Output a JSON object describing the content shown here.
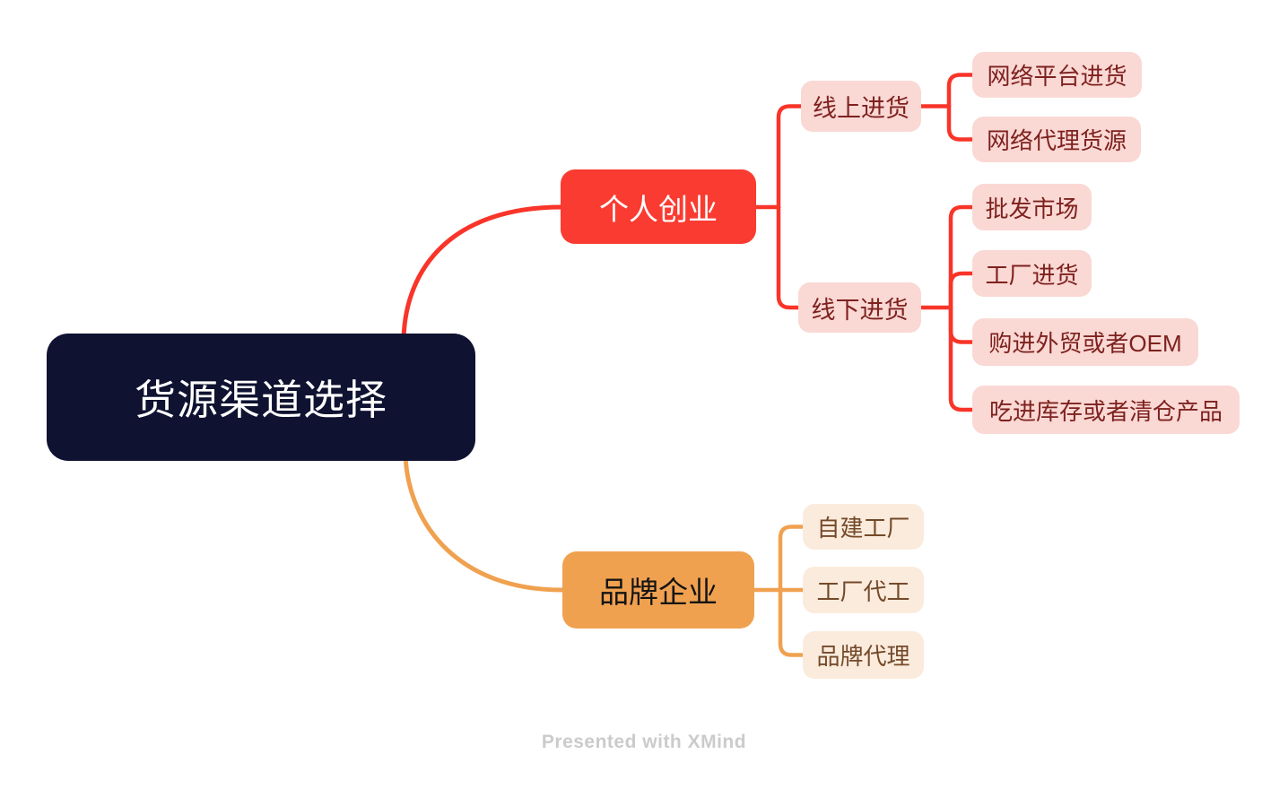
{
  "root": {
    "label": "货源渠道选择"
  },
  "branches": [
    {
      "label": "个人创业",
      "children": [
        {
          "label": "线上进货",
          "children": [
            "网络平台进货",
            "网络代理货源"
          ]
        },
        {
          "label": "线下进货",
          "children": [
            "批发市场",
            "工厂进货",
            "购进外贸或者OEM",
            "吃进库存或者清仓产品"
          ]
        }
      ]
    },
    {
      "label": "品牌企业",
      "children": [
        {
          "label": "自建工厂"
        },
        {
          "label": "工厂代工"
        },
        {
          "label": "品牌代理"
        }
      ]
    }
  ],
  "watermark": "Presented with XMind",
  "colors": {
    "canvas_bg": "#FFFFFF",
    "root_bg": "#0F1230",
    "root_text": "#FFFFFF",
    "branch1_node_bg": "#FA3B31",
    "branch1_node_text": "#FFFFFF",
    "branch1_line": "#F93429",
    "branch1_child_bg": "#FAD8D4",
    "branch1_child_text": "#7E211E",
    "branch2_node_bg": "#F0A150",
    "branch2_node_text": "#141414",
    "branch2_line": "#F0A150",
    "branch2_child_bg": "#FAEBDC",
    "branch2_child_text": "#74492A",
    "watermark_text": "#CBCBCB"
  }
}
